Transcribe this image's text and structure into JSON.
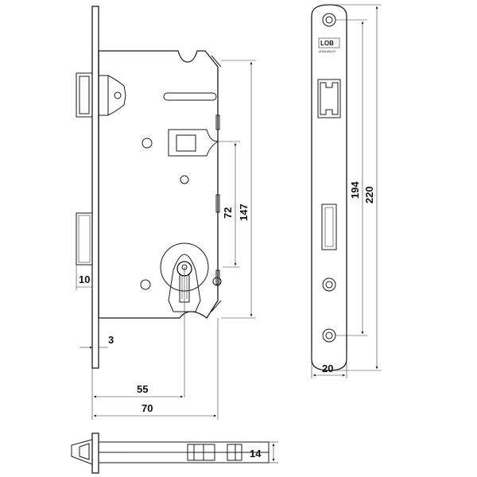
{
  "brand": {
    "logo_text": "LOB",
    "sub_text": "ASSA ABLOY"
  },
  "dimensions": {
    "d10": "10",
    "d3": "3",
    "d55": "55",
    "d70": "70",
    "d72": "72",
    "d147": "147",
    "d194": "194",
    "d220": "220",
    "d20": "20",
    "d14": "14"
  }
}
